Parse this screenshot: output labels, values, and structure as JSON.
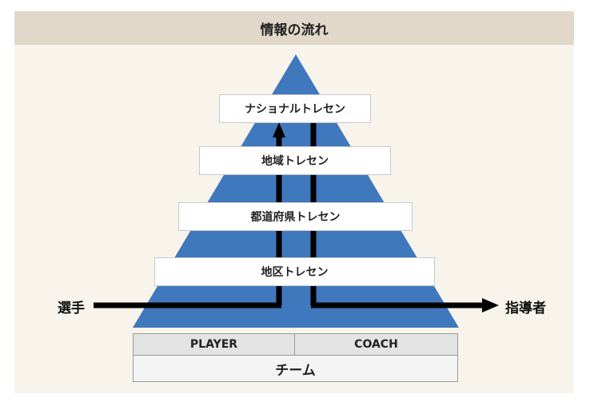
{
  "title": "情報の流れ",
  "levels": [
    {
      "label": "ナショナルトレセン"
    },
    {
      "label": "地域トレセン"
    },
    {
      "label": "都道府県トレセン"
    },
    {
      "label": "地区トレセン"
    }
  ],
  "left_label": "選手",
  "right_label": "指導者",
  "team": {
    "player_label": "PLAYER",
    "coach_label": "COACH",
    "team_label": "チーム"
  },
  "colors": {
    "pyramid": "#3f78bd",
    "header_bg": "#e2d8c9",
    "frame_bg": "#f8f4ec",
    "arrow": "#000000",
    "cell_bg": "#e3e3e3",
    "team_bg": "#f4f4f4"
  }
}
